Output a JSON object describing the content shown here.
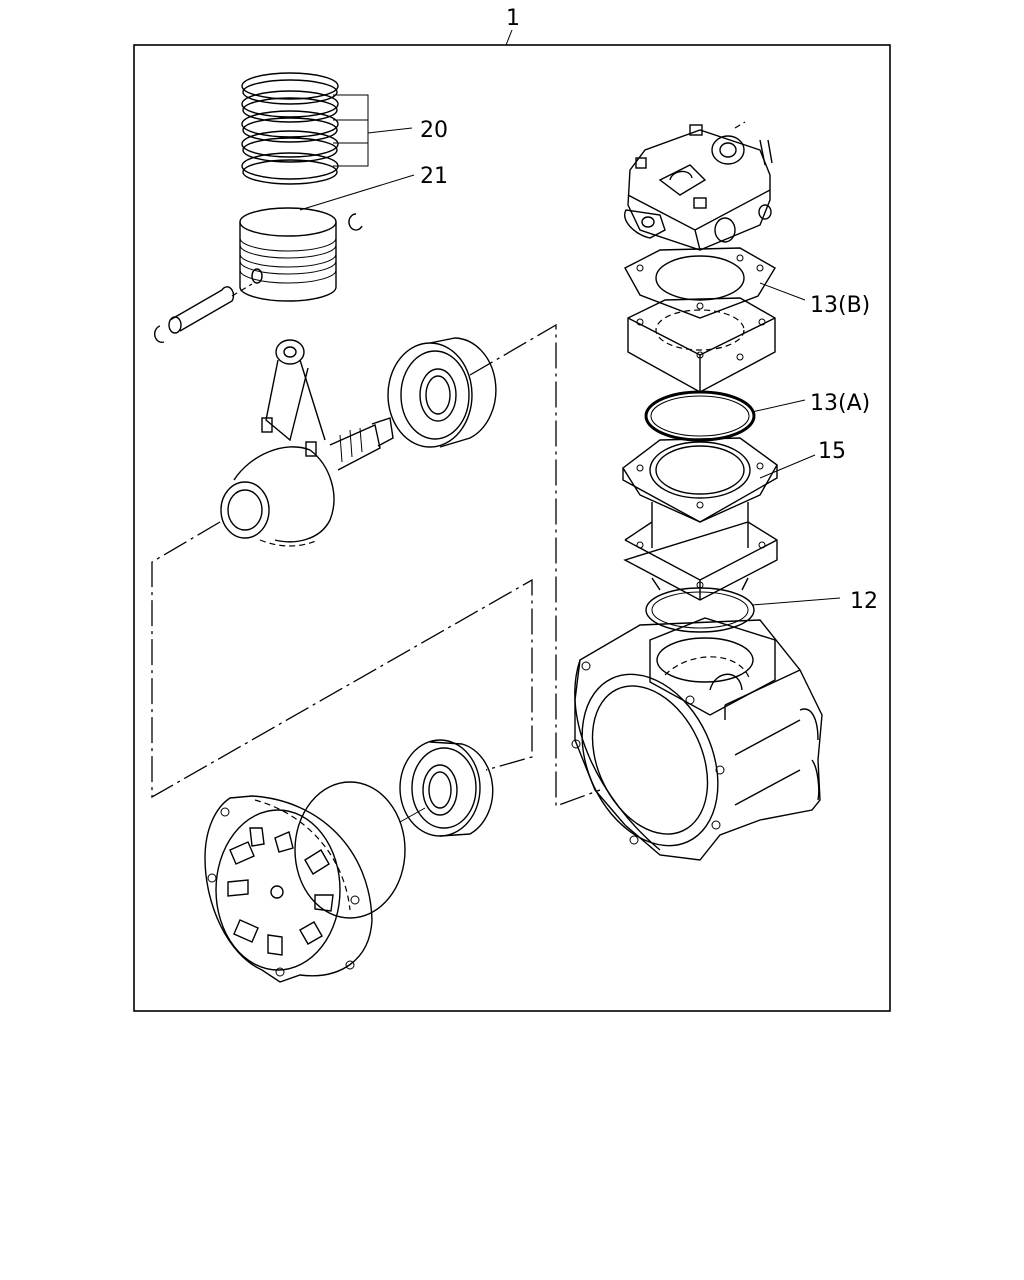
{
  "callouts": {
    "assembly": "1",
    "piston_rings": "20",
    "piston": "21",
    "head_gasket_b": "13(B)",
    "ring_gasket_a": "13(A)",
    "cylinder": "15",
    "base_gasket": "12"
  }
}
